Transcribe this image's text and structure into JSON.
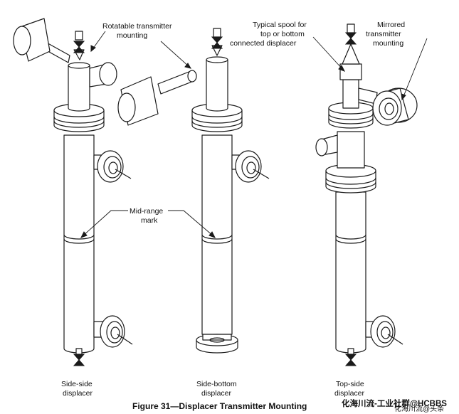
{
  "figure": {
    "caption": "Figure  31—Displacer Transmitter Mounting",
    "watermark_primary": "化海川流-工业社群@HCBBS",
    "watermark_secondary": "化海川流@头条"
  },
  "labels": {
    "rotatable_line1": "Rotatable transmitter",
    "rotatable_line2": "mounting",
    "spool_line1": "Typical spool for",
    "spool_line2": "top or bottom",
    "spool_line3": "connected displacer",
    "mirrored_line1": "Mirrored",
    "mirrored_line2": "transmitter",
    "mirrored_line3": "mounting",
    "midrange_line1": "Mid-range",
    "midrange_line2": "mark",
    "side_side_line1": "Side-side",
    "side_side_line2": "displacer",
    "side_bottom_line1": "Side-bottom",
    "side_bottom_line2": "displacer",
    "top_side_line1": "Top-side",
    "top_side_line2": "displacer"
  }
}
